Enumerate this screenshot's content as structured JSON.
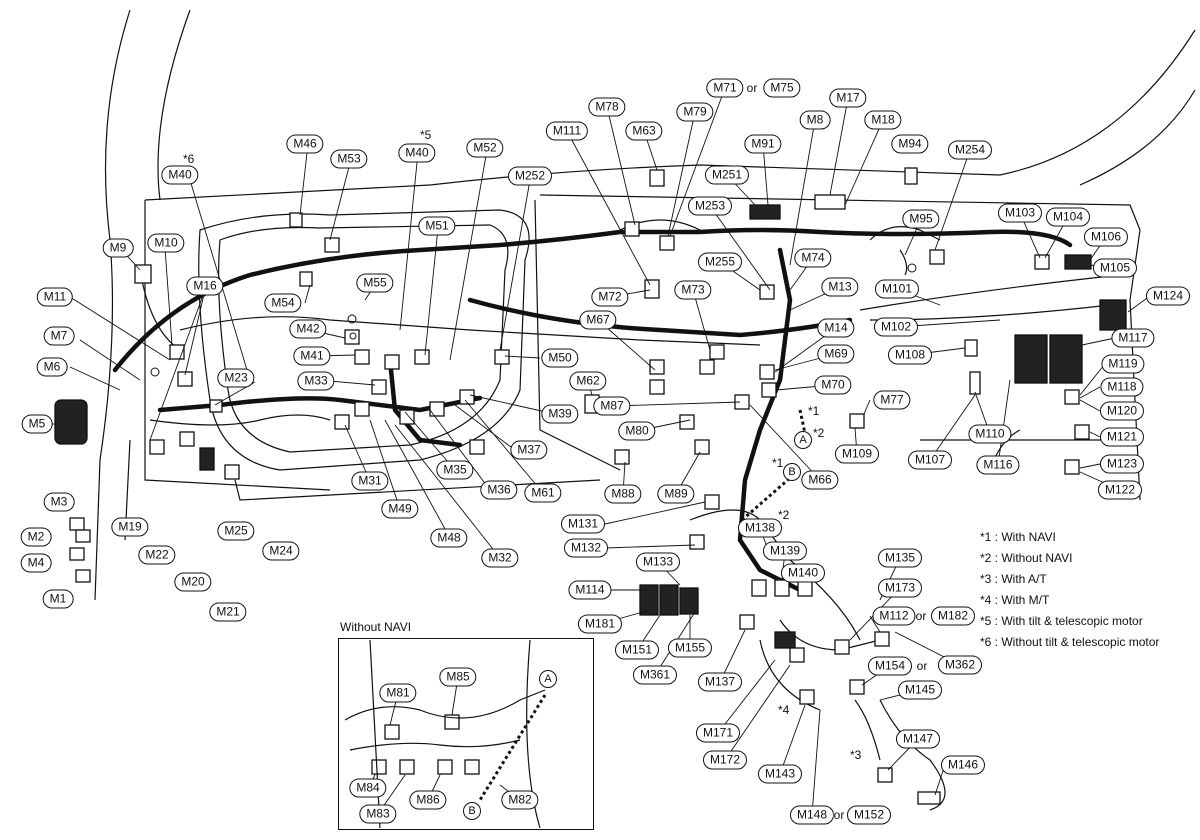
{
  "labels": [
    {
      "id": "M5",
      "text": "M5"
    },
    {
      "id": "M6",
      "text": "M6"
    },
    {
      "id": "M7",
      "text": "M7"
    },
    {
      "id": "M9",
      "text": "M9"
    },
    {
      "id": "M10",
      "text": "M10"
    },
    {
      "id": "M11",
      "text": "M11"
    },
    {
      "id": "M16",
      "text": "M16"
    },
    {
      "id": "M23",
      "text": "M23"
    },
    {
      "id": "M3",
      "text": "M3"
    },
    {
      "id": "M2",
      "text": "M2"
    },
    {
      "id": "M4",
      "text": "M4"
    },
    {
      "id": "M1",
      "text": "M1"
    },
    {
      "id": "M19",
      "text": "M19"
    },
    {
      "id": "M22",
      "text": "M22"
    },
    {
      "id": "M20",
      "text": "M20"
    },
    {
      "id": "M21",
      "text": "M21"
    },
    {
      "id": "M25",
      "text": "M25"
    },
    {
      "id": "M24",
      "text": "M24"
    },
    {
      "id": "M40a",
      "text": "M40"
    },
    {
      "id": "M46",
      "text": "M46"
    },
    {
      "id": "M53",
      "text": "M53"
    },
    {
      "id": "M40b",
      "text": "M40"
    },
    {
      "id": "M52",
      "text": "M52"
    },
    {
      "id": "M252",
      "text": "M252"
    },
    {
      "id": "M51",
      "text": "M51"
    },
    {
      "id": "M55",
      "text": "M55"
    },
    {
      "id": "M54",
      "text": "M54"
    },
    {
      "id": "M42",
      "text": "M42"
    },
    {
      "id": "M41",
      "text": "M41"
    },
    {
      "id": "M33",
      "text": "M33"
    },
    {
      "id": "M50",
      "text": "M50"
    },
    {
      "id": "M39",
      "text": "M39"
    },
    {
      "id": "M37",
      "text": "M37"
    },
    {
      "id": "M35",
      "text": "M35"
    },
    {
      "id": "M31",
      "text": "M31"
    },
    {
      "id": "M36",
      "text": "M36"
    },
    {
      "id": "M61",
      "text": "M61"
    },
    {
      "id": "M49",
      "text": "M49"
    },
    {
      "id": "M48",
      "text": "M48"
    },
    {
      "id": "M32",
      "text": "M32"
    },
    {
      "id": "M111",
      "text": "M111"
    },
    {
      "id": "M78",
      "text": "M78"
    },
    {
      "id": "M63",
      "text": "M63"
    },
    {
      "id": "M79",
      "text": "M79"
    },
    {
      "id": "M71",
      "text": "M71"
    },
    {
      "id": "M75",
      "text": "M75"
    },
    {
      "id": "M17",
      "text": "M17"
    },
    {
      "id": "M8",
      "text": "M8"
    },
    {
      "id": "M18",
      "text": "M18"
    },
    {
      "id": "M91",
      "text": "M91"
    },
    {
      "id": "M94",
      "text": "M94"
    },
    {
      "id": "M254",
      "text": "M254"
    },
    {
      "id": "M251",
      "text": "M251"
    },
    {
      "id": "M253",
      "text": "M253"
    },
    {
      "id": "M95",
      "text": "M95"
    },
    {
      "id": "M103",
      "text": "M103"
    },
    {
      "id": "M104",
      "text": "M104"
    },
    {
      "id": "M106",
      "text": "M106"
    },
    {
      "id": "M105",
      "text": "M105"
    },
    {
      "id": "M74",
      "text": "M74"
    },
    {
      "id": "M255",
      "text": "M255"
    },
    {
      "id": "M72",
      "text": "M72"
    },
    {
      "id": "M73",
      "text": "M73"
    },
    {
      "id": "M13",
      "text": "M13"
    },
    {
      "id": "M101",
      "text": "M101"
    },
    {
      "id": "M124",
      "text": "M124"
    },
    {
      "id": "M67",
      "text": "M67"
    },
    {
      "id": "M14",
      "text": "M14"
    },
    {
      "id": "M102",
      "text": "M102"
    },
    {
      "id": "M69",
      "text": "M69"
    },
    {
      "id": "M108",
      "text": "M108"
    },
    {
      "id": "M117",
      "text": "M117"
    },
    {
      "id": "M62",
      "text": "M62"
    },
    {
      "id": "M70",
      "text": "M70"
    },
    {
      "id": "M119",
      "text": "M119"
    },
    {
      "id": "M118",
      "text": "M118"
    },
    {
      "id": "M87",
      "text": "M87"
    },
    {
      "id": "M77",
      "text": "M77"
    },
    {
      "id": "M120",
      "text": "M120"
    },
    {
      "id": "M80",
      "text": "M80"
    },
    {
      "id": "M110",
      "text": "M110"
    },
    {
      "id": "M121",
      "text": "M121"
    },
    {
      "id": "M109",
      "text": "M109"
    },
    {
      "id": "M107",
      "text": "M107"
    },
    {
      "id": "M116",
      "text": "M116"
    },
    {
      "id": "M123",
      "text": "M123"
    },
    {
      "id": "M66",
      "text": "M66"
    },
    {
      "id": "M88",
      "text": "M88"
    },
    {
      "id": "M89",
      "text": "M89"
    },
    {
      "id": "M122",
      "text": "M122"
    },
    {
      "id": "M131",
      "text": "M131"
    },
    {
      "id": "M138",
      "text": "M138"
    },
    {
      "id": "M132",
      "text": "M132"
    },
    {
      "id": "M139",
      "text": "M139"
    },
    {
      "id": "M133",
      "text": "M133"
    },
    {
      "id": "M135",
      "text": "M135"
    },
    {
      "id": "M140",
      "text": "M140"
    },
    {
      "id": "M114",
      "text": "M114"
    },
    {
      "id": "M173",
      "text": "M173"
    },
    {
      "id": "M181",
      "text": "M181"
    },
    {
      "id": "M112",
      "text": "M112"
    },
    {
      "id": "M182",
      "text": "M182"
    },
    {
      "id": "M151",
      "text": "M151"
    },
    {
      "id": "M155",
      "text": "M155"
    },
    {
      "id": "M361",
      "text": "M361"
    },
    {
      "id": "M137",
      "text": "M137"
    },
    {
      "id": "M154",
      "text": "M154"
    },
    {
      "id": "M362",
      "text": "M362"
    },
    {
      "id": "M145",
      "text": "M145"
    },
    {
      "id": "M171",
      "text": "M171"
    },
    {
      "id": "M172",
      "text": "M172"
    },
    {
      "id": "M143",
      "text": "M143"
    },
    {
      "id": "M147",
      "text": "M147"
    },
    {
      "id": "M146",
      "text": "M146"
    },
    {
      "id": "M148",
      "text": "M148"
    },
    {
      "id": "M152",
      "text": "M152"
    },
    {
      "id": "M81",
      "text": "M81"
    },
    {
      "id": "M85",
      "text": "M85"
    },
    {
      "id": "M84",
      "text": "M84"
    },
    {
      "id": "M86",
      "text": "M86"
    },
    {
      "id": "M82",
      "text": "M82"
    },
    {
      "id": "M83",
      "text": "M83"
    }
  ],
  "or_words": [
    "or",
    "or",
    "or",
    "or"
  ],
  "stars": [
    "*6",
    "*5",
    "*1",
    "*2",
    "*1",
    "*2",
    "*4",
    "*3"
  ],
  "points": [
    "A",
    "B",
    "A",
    "B"
  ],
  "legend": [
    "*1 : With NAVI",
    "*2 : Without NAVI",
    "*3 : With A/T",
    "*4 : With M/T",
    "*5 : With tilt & telescopic motor",
    "*6 : Without tilt & telescopic motor"
  ],
  "inset_title": "Without NAVI"
}
